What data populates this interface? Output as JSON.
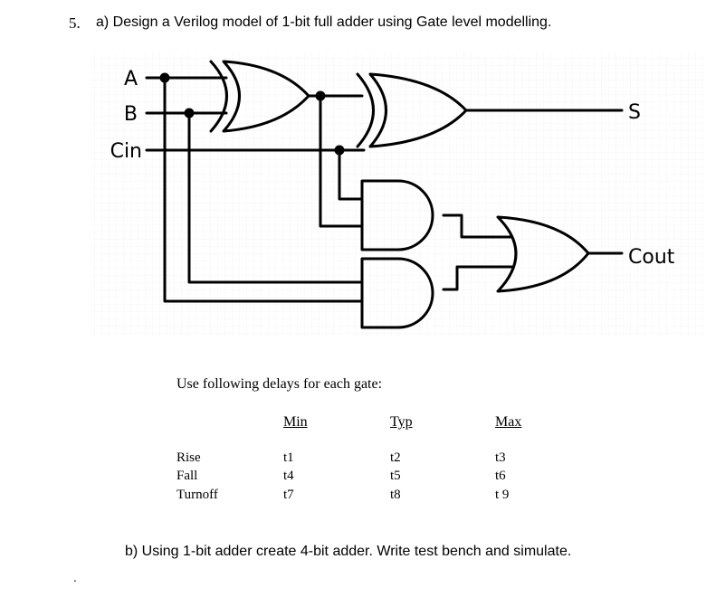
{
  "question": {
    "number": "5.",
    "part_a": "a) Design a Verilog model of 1-bit full adder using Gate level modelling.",
    "part_b": "b) Using 1-bit adder create 4-bit adder. Write test bench and simulate.",
    "bullet": "."
  },
  "diagram": {
    "inputs": [
      "A",
      "B",
      "Cin"
    ],
    "outputs": [
      "S",
      "Cout"
    ],
    "gates": [
      "xor",
      "xor",
      "and",
      "and",
      "or"
    ]
  },
  "delays": {
    "intro": "Use following delays for each gate:",
    "headers": [
      "Min",
      "Typ",
      "Max"
    ],
    "rows": [
      {
        "label": "Rise",
        "values": [
          "t1",
          "t2",
          "t3"
        ]
      },
      {
        "label": "Fall",
        "values": [
          "t4",
          "t5",
          "t6"
        ]
      },
      {
        "label": "Turnoff",
        "values": [
          "t7",
          "t8",
          "t 9"
        ]
      }
    ]
  }
}
